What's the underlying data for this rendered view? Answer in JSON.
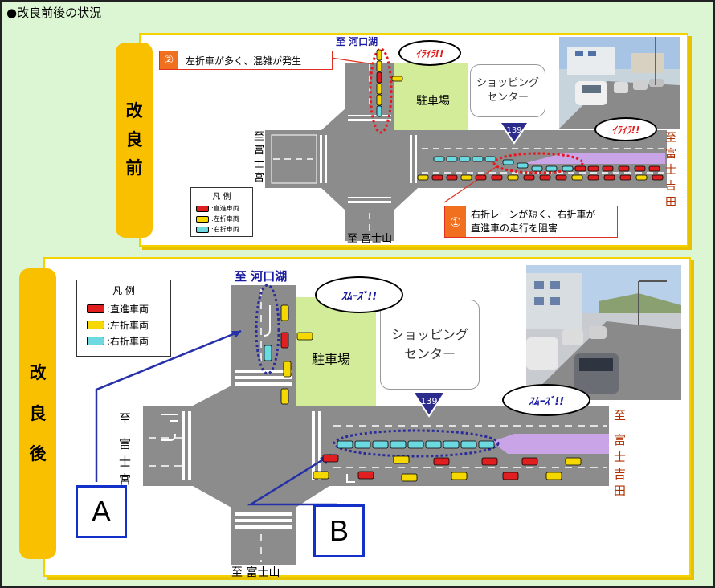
{
  "heading": "●改良前後の状況",
  "before": {
    "tag_chars": [
      "改",
      "良",
      "前"
    ],
    "dest_top": "至 河口湖",
    "dest_bottom": "至 富士山",
    "dest_left_chars": [
      "至",
      "富",
      "士",
      "宮"
    ],
    "dest_right_chars": [
      "至",
      "富",
      "士",
      "吉",
      "田"
    ],
    "parking": "駐車場",
    "shopping": [
      "ショッピング",
      "センター"
    ],
    "route_sign": "139",
    "bubble_top": "ｲﾗｲﾗ!!",
    "bubble_right": "ｲﾗｲﾗ!!",
    "callout2_num": "②",
    "callout2_text": "左折車が多く、混雑が発生",
    "callout1_num": "①",
    "callout1_line1": "右折レーンが短く、右折車が",
    "callout1_line2": "直進車の走行を阻害",
    "legend": {
      "title": "凡 例",
      "items": [
        {
          "label": ":直進車両",
          "color": "#e02020"
        },
        {
          "label": ":左折車両",
          "color": "#f4d800"
        },
        {
          "label": ":右折車両",
          "color": "#6cd8e0"
        }
      ]
    }
  },
  "after": {
    "tag_chars": [
      "改",
      "良",
      "後"
    ],
    "dest_top": "至 河口湖",
    "dest_bottom": "至 富士山",
    "dest_left_chars": [
      "至",
      "富",
      "士",
      "宮"
    ],
    "dest_right_chars": [
      "至",
      "富",
      "士",
      "吉",
      "田"
    ],
    "parking": "駐車場",
    "shopping": [
      "ショッピング",
      "センター"
    ],
    "route_sign": "139",
    "bubble_top": "ｽﾑｰｽﾞ!!",
    "bubble_right": "ｽﾑｰｽﾞ!!",
    "box_a": "A",
    "box_b": "B",
    "legend": {
      "title": "凡 例",
      "items": [
        {
          "label": ":直進車両",
          "color": "#e02020"
        },
        {
          "label": ":左折車両",
          "color": "#f4d800"
        },
        {
          "label": ":右折車両",
          "color": "#6cd8e0"
        }
      ]
    }
  },
  "colors": {
    "frame_bg": "#dcf5d2",
    "panel_border": "#f5d100",
    "tag_bg": "#f9c000",
    "road": "#8c8c8c",
    "parking_bg": "#d2ec9a",
    "right_turn_lane": "#c9a4e6",
    "arrow_blue": "#2630a8",
    "dotted_red": "#e8141e",
    "dotted_blue": "#2a2c9c",
    "dest_brown": "#b03000",
    "dest_blue": "#1a1aa0"
  }
}
